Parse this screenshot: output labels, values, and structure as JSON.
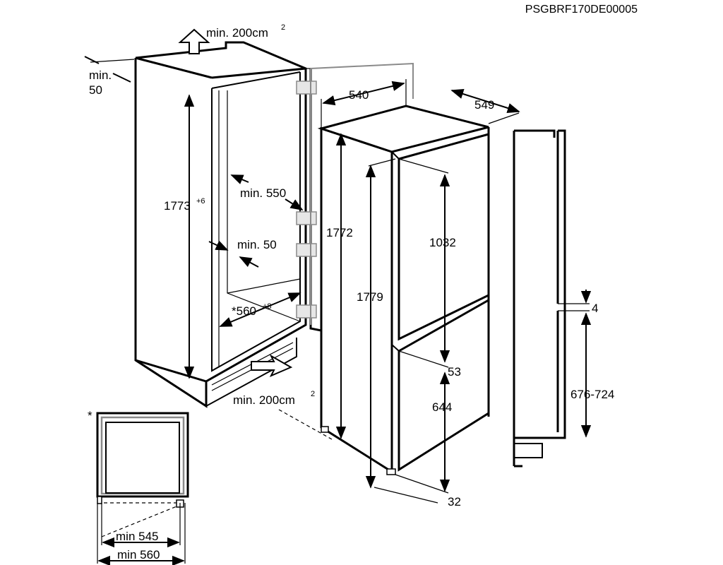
{
  "drawing_code": "PSGBRF170DE00005",
  "labels": {
    "vent_top": "min. 200cm",
    "vent_top_sup": "2",
    "gap_top_min": "min.",
    "gap_top_val": "50",
    "niche_height": "1773",
    "niche_height_sup": "+6",
    "depth_min": "min. 550",
    "rear_gap": "min. 50",
    "niche_width": "*560",
    "niche_width_sup": "+8",
    "vent_bottom": "min. 200cm",
    "vent_bottom_sup": "2",
    "appliance_width": "540",
    "appliance_depth": "549",
    "appliance_height": "1772",
    "overall_height": "1779",
    "upper_door": "1032",
    "door_gap": "53",
    "lower_door": "644",
    "bottom_gap": "32",
    "side_gap": "4",
    "side_range": "676-724",
    "asterisk": "*",
    "plan_min_545": "min 545",
    "plan_min_560": "min 560"
  }
}
